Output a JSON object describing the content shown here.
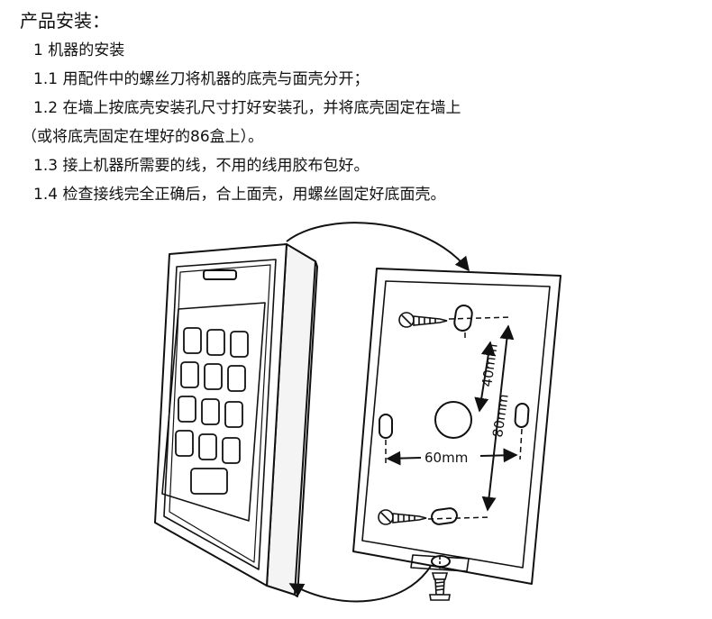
{
  "section_title": "产品安装：",
  "steps": [
    "1 机器的安装",
    "1.1 用配件中的螺丝刀将机器的底壳与面壳分开；",
    "1.2 在墙上按底壳安装孔尺寸打好安装孔，并将底壳固定在墙上",
    "（或将底壳固定在埋好的86盒上）。",
    "1.3 接上机器所需要的线，不用的线用胶布包好。",
    "1.4 检查接线完全正确后，合上面壳，用螺丝固定好底面壳。"
  ],
  "diagram": {
    "dim_40": "40mm",
    "dim_80": "80mm",
    "dim_60": "60mm"
  }
}
